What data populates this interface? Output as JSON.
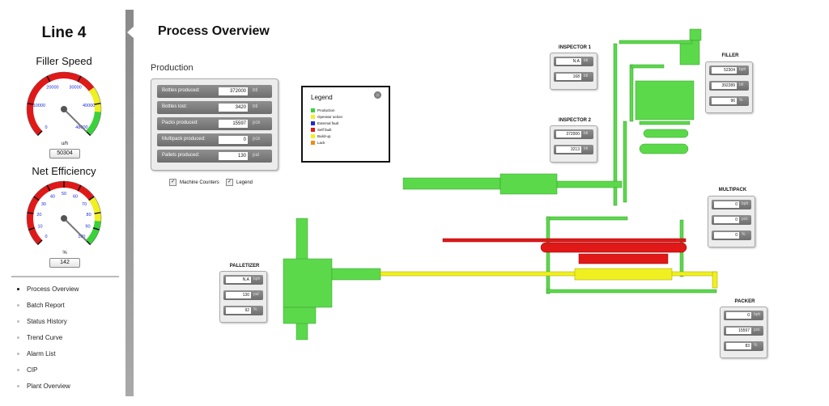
{
  "sidebar": {
    "line_title": "Line 4",
    "filler_gauge": {
      "title": "Filler Speed",
      "unit": "u/h",
      "value_text": "50304",
      "max": 48000,
      "value": 50304,
      "ticks": [
        "0",
        "10000",
        "20000",
        "30000",
        "40000",
        "48000"
      ]
    },
    "efficiency_gauge": {
      "title": "Net Efficiency",
      "unit": "%",
      "value_text": "142",
      "max": 100,
      "value": 142,
      "ticks": [
        "0",
        "10",
        "20",
        "30",
        "40",
        "50",
        "60",
        "70",
        "80",
        "90",
        "100"
      ]
    },
    "menu": [
      {
        "label": "Process Overview",
        "active": true
      },
      {
        "label": "Batch Report",
        "active": false
      },
      {
        "label": "Status History",
        "active": false
      },
      {
        "label": "Trend Curve",
        "active": false
      },
      {
        "label": "Alarm List",
        "active": false
      },
      {
        "label": "CIP",
        "active": false
      },
      {
        "label": "Plant Overview",
        "active": false
      }
    ]
  },
  "main": {
    "title": "Process Overview",
    "production": {
      "title": "Production",
      "rows": [
        {
          "label": "Bottles produced:",
          "value": "372000",
          "unit": "btl"
        },
        {
          "label": "Bottles lost:",
          "value": "3420",
          "unit": "btl"
        },
        {
          "label": "Packs produced:",
          "value": "15597",
          "unit": "pck"
        },
        {
          "label": "Multipack produced:",
          "value": "0",
          "unit": "pck"
        },
        {
          "label": "Pallets produced:",
          "value": "130",
          "unit": "pal"
        }
      ]
    },
    "checkboxes": {
      "machine_counters": "Machine Counters",
      "legend": "Legend"
    },
    "legend": {
      "title": "Legend",
      "items": [
        {
          "label": "Production",
          "color": "#3ad13a"
        },
        {
          "label": "Operator action",
          "color": "#f0f020"
        },
        {
          "label": "External fault",
          "color": "#1a2ad8"
        },
        {
          "label": "Self fault",
          "color": "#e01818"
        },
        {
          "label": "Build-up",
          "color": "#f0f020"
        },
        {
          "label": "Lack",
          "color": "#f08a18"
        }
      ]
    },
    "machines": {
      "inspector1": {
        "title": "INSPECTOR 1",
        "rows": [
          {
            "v": "N.A",
            "u": "btl"
          },
          {
            "v": "168",
            "u": "btl"
          }
        ]
      },
      "inspector2": {
        "title": "INSPECTOR 2",
        "rows": [
          {
            "v": "372000",
            "u": "btl"
          },
          {
            "v": "3213",
            "u": "btl"
          }
        ]
      },
      "filler": {
        "title": "FILLER",
        "rows": [
          {
            "v": "52304",
            "u": "bph"
          },
          {
            "v": "392289",
            "u": "btl"
          },
          {
            "v": "96",
            "u": "%"
          }
        ]
      },
      "multipack": {
        "title": "MULTIPACK",
        "rows": [
          {
            "v": "0",
            "u": "bph"
          },
          {
            "v": "0",
            "u": "pck"
          },
          {
            "v": "0",
            "u": "%"
          }
        ]
      },
      "packer": {
        "title": "PACKER",
        "rows": [
          {
            "v": "0",
            "u": "bph"
          },
          {
            "v": "15597",
            "u": "pck"
          },
          {
            "v": "83",
            "u": "%"
          }
        ]
      },
      "palletizer": {
        "title": "PALLETIZER",
        "rows": [
          {
            "v": "N.A",
            "u": "bph"
          },
          {
            "v": "130",
            "u": "pal"
          },
          {
            "v": "92",
            "u": "%"
          }
        ]
      }
    },
    "colors": {
      "production": "#5bd94a",
      "fault": "#e01818",
      "operator": "#f0f020"
    }
  }
}
